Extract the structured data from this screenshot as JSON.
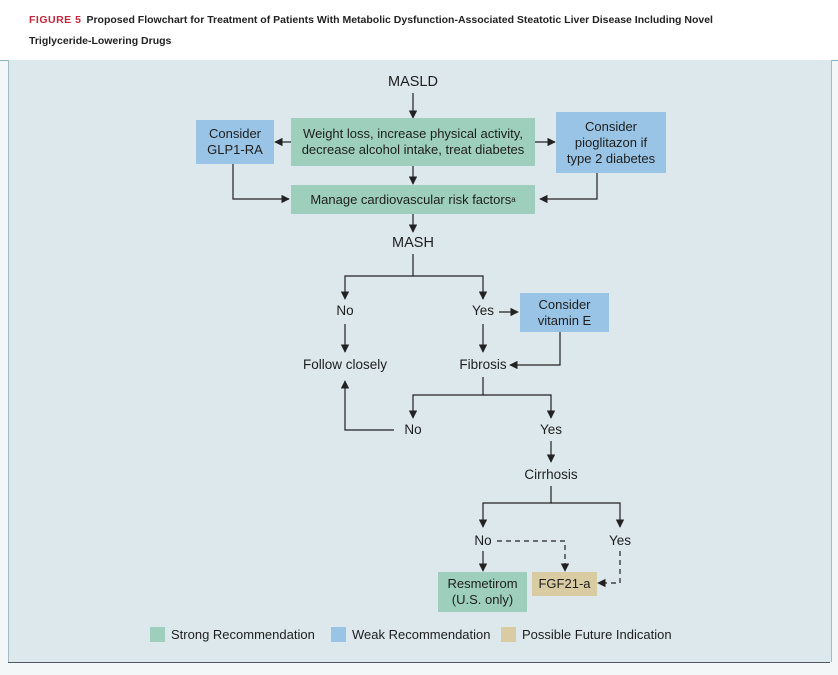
{
  "caption": {
    "label": "FIGURE 5",
    "title_line1": "Proposed Flowchart for Treatment of Patients With Metabolic Dysfunction-Associated Steatotic Liver Disease Including Novel",
    "title_line2": "Triglyceride-Lowering Drugs"
  },
  "nodes": {
    "masld": "MASLD",
    "lifestyle": "Weight loss, increase physical activity, decrease alcohol intake, treat diabetes",
    "glp1": "Consider GLP1-RA",
    "pioglitazone": "Consider pioglitazon if type 2 diabetes",
    "cardio": "Manage cardiovascular risk factors",
    "cardio_sup": "a",
    "mash": "MASH",
    "mash_no": "No",
    "mash_yes": "Yes",
    "vitamin_e": "Consider vitamin E",
    "follow": "Follow closely",
    "fibrosis": "Fibrosis",
    "fibrosis_no": "No",
    "fibrosis_yes": "Yes",
    "cirrhosis": "Cirrhosis",
    "cirrhosis_no": "No",
    "cirrhosis_yes": "Yes",
    "resmetirom": "Resmetirom (U.S. only)",
    "fgf21": "FGF21-a"
  },
  "legend": [
    {
      "label": "Strong Recommendation",
      "color": "#9dcfbc"
    },
    {
      "label": "Weak Recommendation",
      "color": "#99c4e5"
    },
    {
      "label": "Possible Future Indication",
      "color": "#d9cba2"
    }
  ],
  "colors": {
    "strong": "#9dcfbc",
    "weak": "#99c4e5",
    "future": "#d9cba2",
    "figure_label": "#c5283d",
    "panel": "#dde8ec"
  }
}
